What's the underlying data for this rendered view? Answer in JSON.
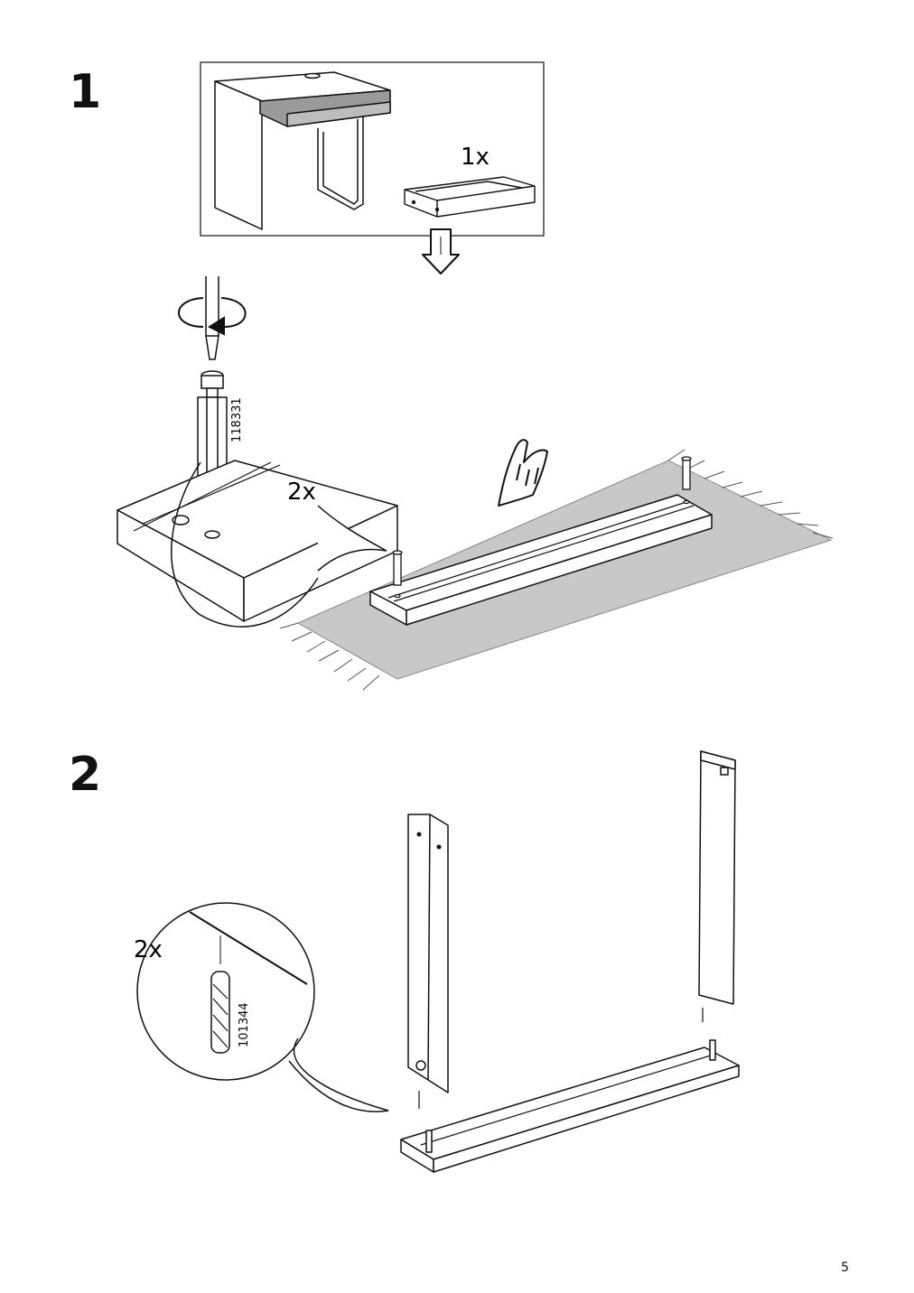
{
  "steps": [
    {
      "number": "1",
      "quantity_drawer": "1x",
      "quantity_part": "2x",
      "part_number": "118331"
    },
    {
      "number": "2",
      "quantity_part": "2x",
      "part_number": "101344"
    }
  ],
  "page_number": "5",
  "icons": [
    "desk-icon",
    "drawer-icon",
    "down-arrow-icon",
    "screwdriver-icon",
    "rotate-arrow-icon",
    "cam-bolt-icon",
    "hand-pointing-icon",
    "rug-icon",
    "board-icon",
    "dowel-icon",
    "side-panel-icon"
  ]
}
